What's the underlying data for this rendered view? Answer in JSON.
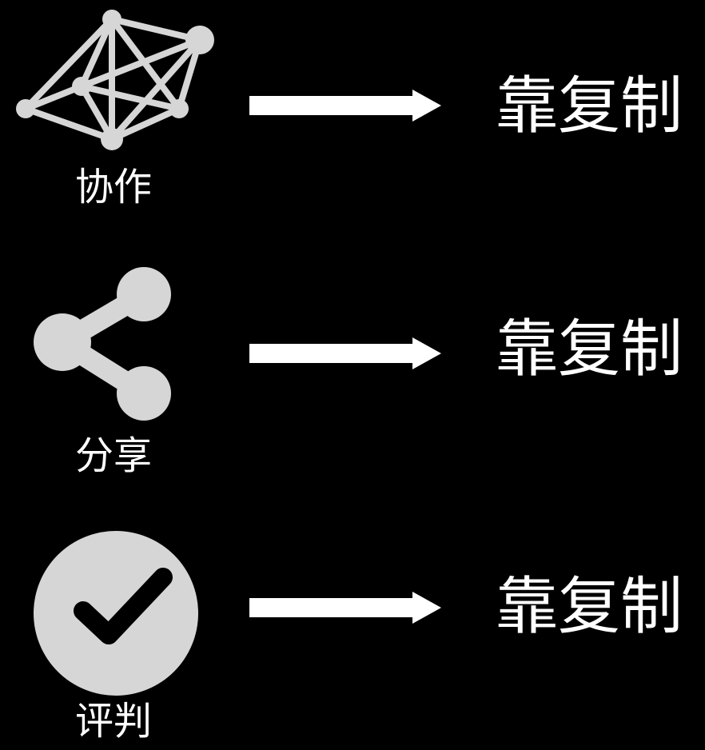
{
  "colors": {
    "background": "#000000",
    "icon": "#d6d6d6",
    "text": "#ffffff",
    "arrow": "#ffffff"
  },
  "rows": [
    {
      "icon": "network-icon",
      "label": "协作",
      "result": "靠复制"
    },
    {
      "icon": "share-icon",
      "label": "分享",
      "result": "靠复制"
    },
    {
      "icon": "check-circle-icon",
      "label": "评判",
      "result": "靠复制"
    }
  ]
}
